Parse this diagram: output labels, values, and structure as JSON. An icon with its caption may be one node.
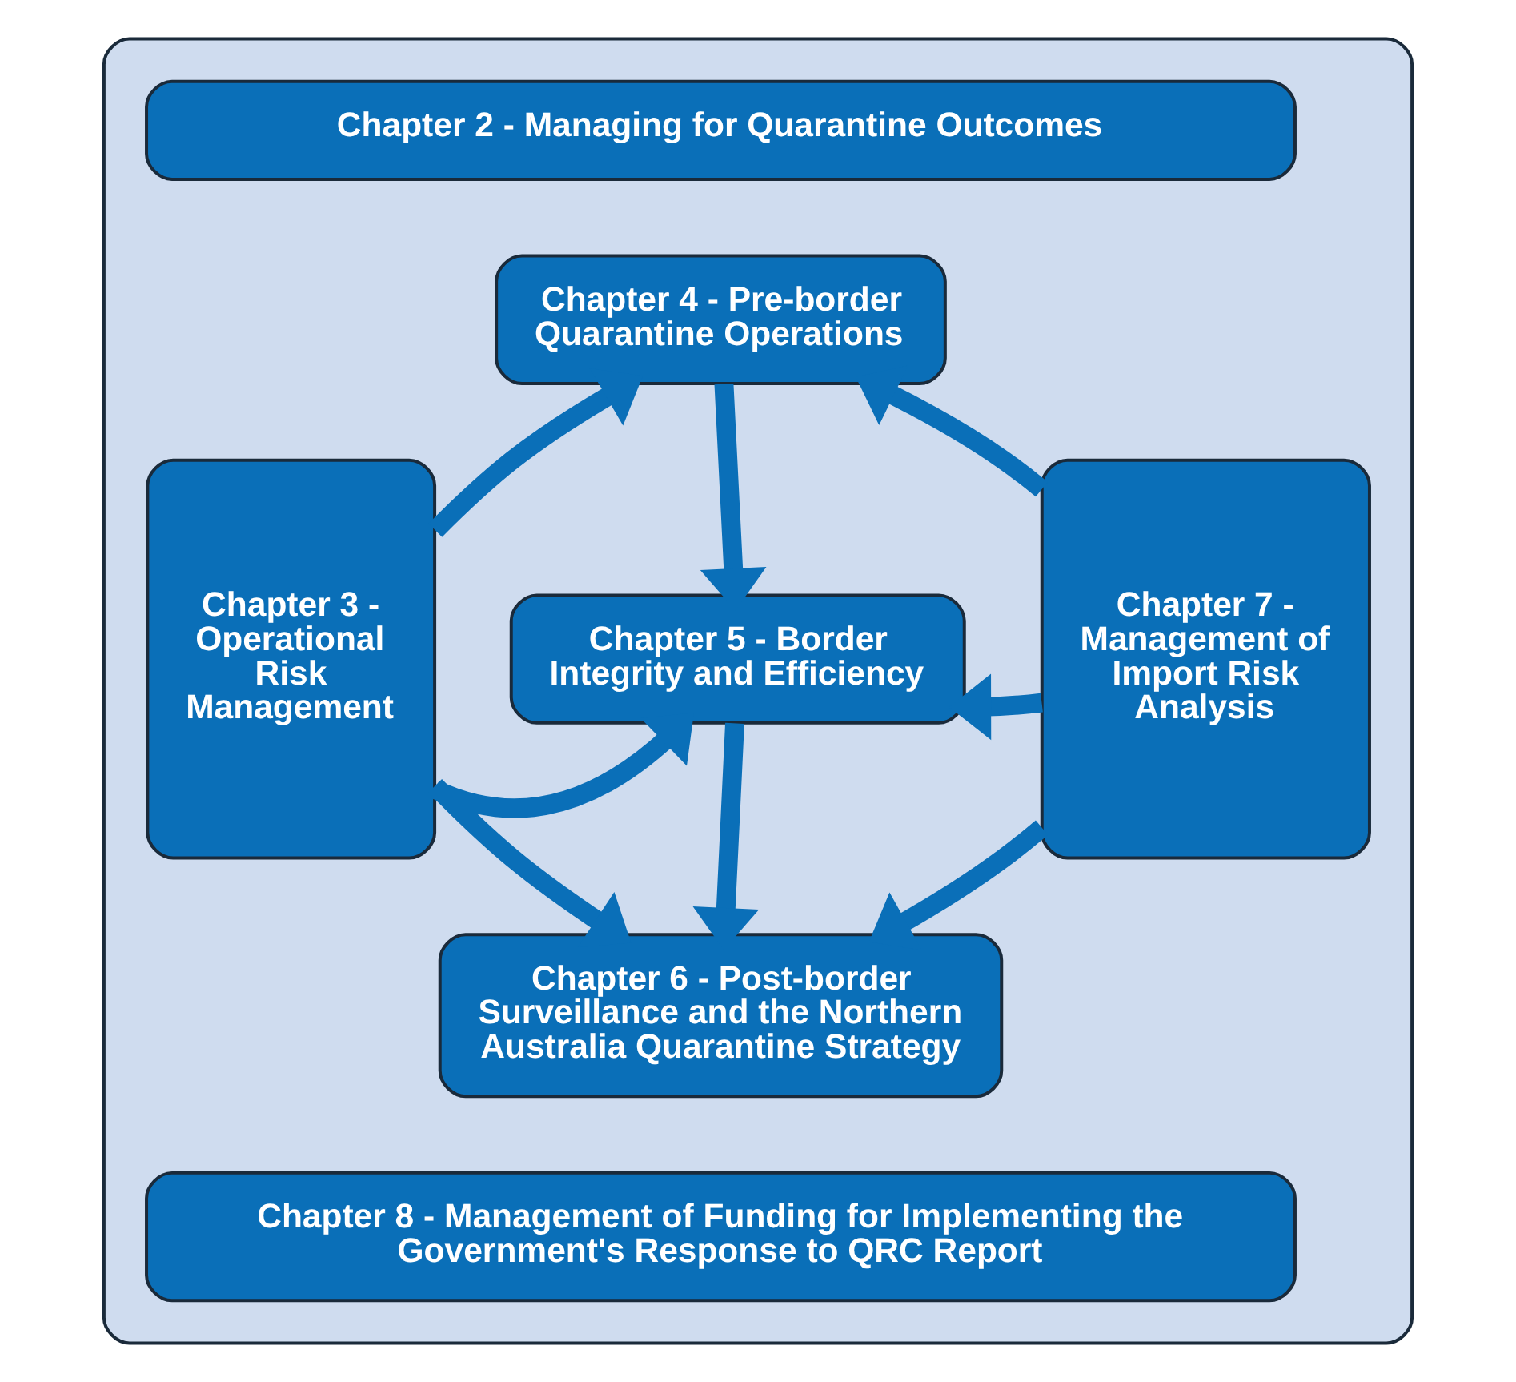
{
  "diagram": {
    "nodes": [
      {
        "text": [],
        "shape": "box"
      },
      {
        "text": [
          "Chapter 2 - Managing for Quarantine Outcomes"
        ],
        "in": 0
      },
      {
        "text": [
          "Chapter 4 - Pre-border Quarantine Operations"
        ],
        "in": 0
      },
      {
        "text": [
          "Chapter 3 - Operational Risk Management"
        ],
        "in": 0
      },
      {
        "text": [
          "Chapter 5 - Border Integrity and Efficiency"
        ],
        "in": 0
      },
      {
        "text": [
          "Chapter 7 - Management of Import Risk Analysis"
        ],
        "in": 0
      },
      {
        "text": [
          "Chapter 6 - Post-border Surveillance and the Northern Australia Quarantine Strategy"
        ],
        "in": 0
      },
      {
        "text": [
          "Chapter 8 - Management of Funding for Implementing the Government's Response to QRC Report"
        ],
        "in": 0
      }
    ],
    "edges": [
      {
        "from": 3,
        "to": 2,
        "arrow": "to"
      },
      {
        "from": 5,
        "to": 2,
        "arrow": "to"
      },
      {
        "from": 2,
        "to": 4,
        "arrow": "to"
      },
      {
        "from": 3,
        "to": 4,
        "arrow": "to"
      },
      {
        "from": 5,
        "to": 4,
        "arrow": "to"
      },
      {
        "from": 4,
        "to": 6,
        "arrow": "to"
      },
      {
        "from": 3,
        "to": 6,
        "arrow": "to"
      },
      {
        "from": 5,
        "to": 6,
        "arrow": "to"
      }
    ]
  }
}
